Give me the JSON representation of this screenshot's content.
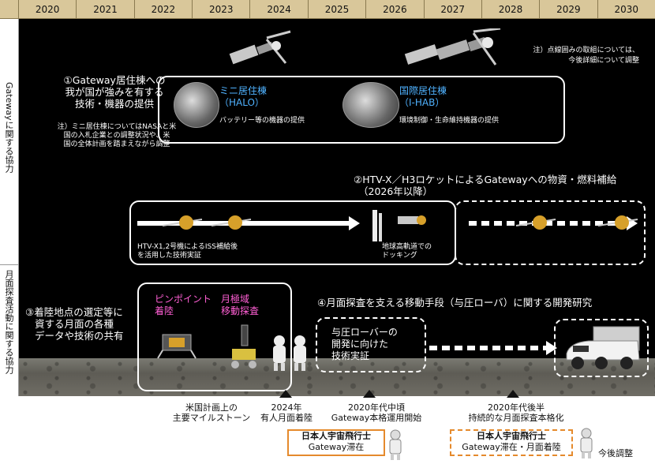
{
  "years": [
    "2020",
    "2021",
    "2022",
    "2023",
    "2024",
    "2025",
    "2026",
    "2027",
    "2028",
    "2029",
    "2030"
  ],
  "side_labels": {
    "gateway": "Gatewayに関する協力",
    "lunar": "月面探査活動に関する協力"
  },
  "note_dashed": [
    "注）点線囲みの取組については、",
    "今後詳細について調整"
  ],
  "item1": {
    "title": [
      "①Gateway居住棟への",
      "我が国が強みを有する",
      "技術・機器の提供"
    ],
    "note": [
      "注）ミニ居住棟についてはNASAと米",
      "国の入札企業との調整状況や、米",
      "国の全体計画を踏まえながら調整"
    ],
    "halo_name": [
      "ミニ居住棟",
      "（HALO）"
    ],
    "halo_desc": "バッテリー等の機器の提供",
    "ihab_name": [
      "国際居住棟",
      "（I-HAB）"
    ],
    "ihab_desc": "環境制御・生命維持機器の提供"
  },
  "item2": {
    "title": [
      "②HTV-X／H3ロケットによるGatewayへの物資・燃料補給",
      "（2026年以降）"
    ],
    "htv_note": [
      "HTV-X1,2号機によるISS補給後",
      "を活用した技術実証"
    ],
    "docking_note": [
      "地球高軌道での",
      "ドッキング"
    ]
  },
  "item3": {
    "title": [
      "③着陸地点の選定等に",
      "資する月面の各種",
      "データや技術の共有"
    ],
    "pinpoint": [
      "ピンポイント",
      "着陸"
    ],
    "polar": [
      "月極域",
      "移動探査"
    ]
  },
  "item4": {
    "title": "④月面探査を支える移動手段（与圧ローバ）に関する開発研究",
    "box": [
      "与圧ローバーの",
      "開発に向けた",
      "技術実証"
    ]
  },
  "bottom": {
    "milestone_label": [
      "米国計画上の",
      "主要マイルストーン"
    ],
    "m2024": [
      "2024年",
      "有人月面着陸"
    ],
    "m_mid": [
      "2020年代中頃",
      "Gateway本格運用開始"
    ],
    "m_late": [
      "2020年代後半",
      "持続的な月面探査本格化"
    ],
    "astro1": [
      "日本人宇宙飛行士",
      "Gateway滞在"
    ],
    "astro2": [
      "日本人宇宙飛行士",
      "Gateway滞在・月面着陸"
    ],
    "astro2_note": "今後調整"
  },
  "colors": {
    "header": "#d9c79a",
    "accent_blue": "#4fb2ff",
    "accent_pink": "#ff5fd4",
    "orange": "#e58a2c"
  }
}
